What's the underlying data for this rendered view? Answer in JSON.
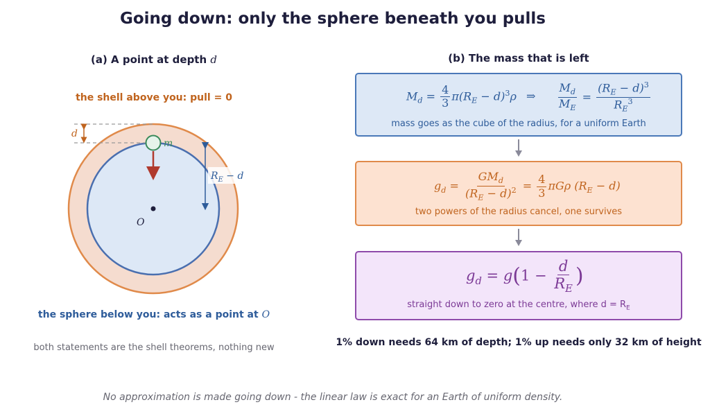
{
  "title": "Going down: only the sphere beneath you pulls",
  "panel_a": {
    "title_prefix": "(a) A point at depth ",
    "title_var": "d",
    "shell_note": "the shell above you: pull = 0",
    "sphere_note_prefix": "the sphere below you: acts as a point at ",
    "sphere_note_var": "O",
    "both_note": "both statements are the shell theorems, nothing new",
    "labels": {
      "d": "d",
      "m": "m",
      "center": "O",
      "radius": "R",
      "radius_sub": "E",
      "radius_minus": " − d"
    }
  },
  "panel_b": {
    "title": "(b) The mass that is left",
    "box1_caption": "mass goes as the cube of the radius, for a uniform Earth",
    "box2_caption": "two powers of the radius cancel, one survives",
    "box3_caption": "straight down to zero at the centre, where d = R",
    "box3_caption_sub": "E",
    "implies": "⇒"
  },
  "bottom_note": "1% down needs 64 km of depth; 1% up needs only 32 km of height",
  "footer": "No approximation is made going down - the linear law is exact for an Earth of uniform density.",
  "colors": {
    "shell": "#e08a4a",
    "shell_fill": "#f5dccf",
    "sphere": "#4a6faf",
    "sphere_fill": "#dde8f6",
    "arrow_red": "#b03a2e",
    "mass": "#3a8a5a",
    "purple": "#8e4aaa"
  }
}
